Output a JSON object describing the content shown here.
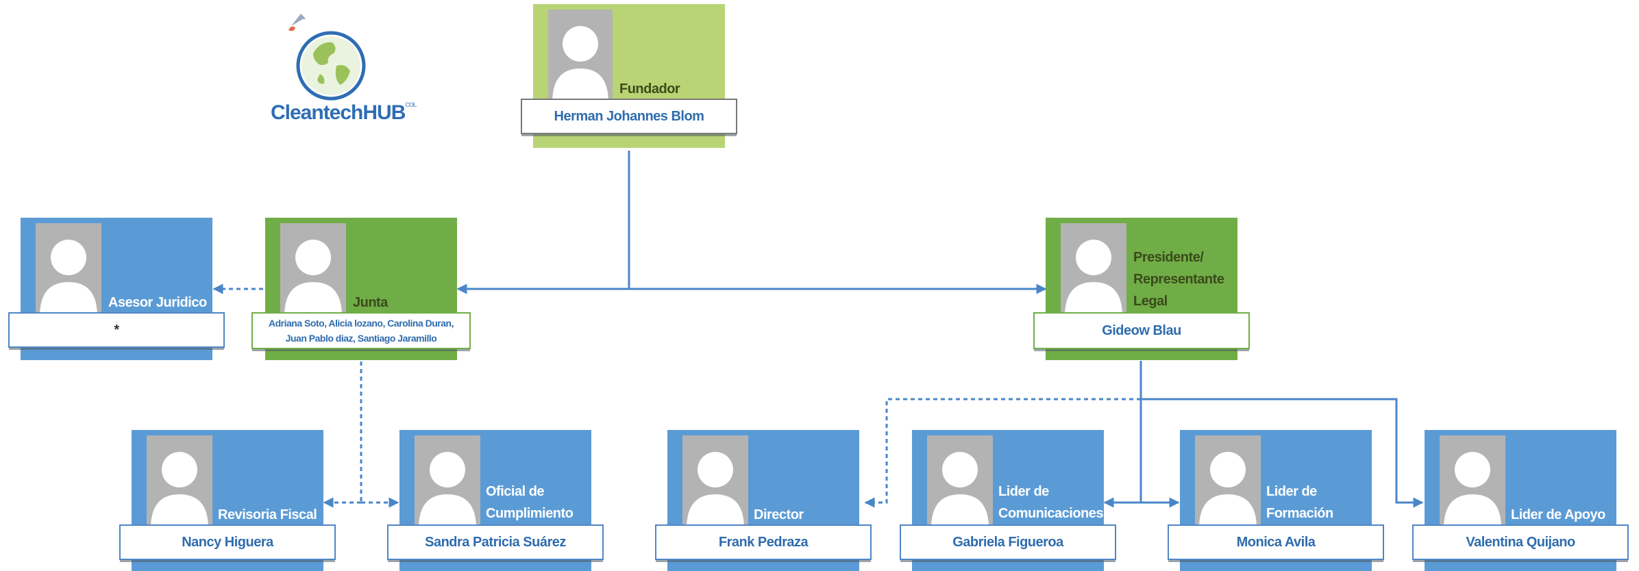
{
  "logo": {
    "name": "CleantechHUB",
    "suffix": "COL"
  },
  "nodes": {
    "fundador": {
      "title": "Fundador",
      "name": "Herman Johannes Blom"
    },
    "junta": {
      "title": "Junta Supervisora",
      "names_line1": "Adriana Soto, Alicia lozano, Carolina Duran,",
      "names_line2": "Juan Pablo diaz, Santiago Jaramillo"
    },
    "asesor": {
      "title": "Asesor Juridico",
      "name": "*"
    },
    "presidente": {
      "title_line1": "Presidente/",
      "title_line2": "Representante",
      "title_line3": "Legal",
      "name": "Gideow Blau"
    },
    "revisoria": {
      "title": "Revisoria Fiscal",
      "name": "Nancy Higuera"
    },
    "oficial": {
      "title_line1": "Oficial de",
      "title_line2": "Cumplimiento",
      "name": "Sandra Patricia Suárez"
    },
    "director": {
      "title": "Director Contable",
      "name": "Frank Pedraza"
    },
    "comunicaciones": {
      "title_line1": "Lider de",
      "title_line2": "Comunicaciones",
      "name": "Gabriela Figueroa"
    },
    "formacion": {
      "title_line1": "Lider de",
      "title_line2": "Formación",
      "name": "Monica Avila"
    },
    "apoyo": {
      "title": "Lider de Apoyo",
      "name": "Valentina Quijano"
    }
  },
  "colors": {
    "blue": "#5b9bd5",
    "green": "#70ad47",
    "light_green": "#b9d474",
    "connector": "#4a86c8",
    "name_text": "#2f6cae"
  }
}
